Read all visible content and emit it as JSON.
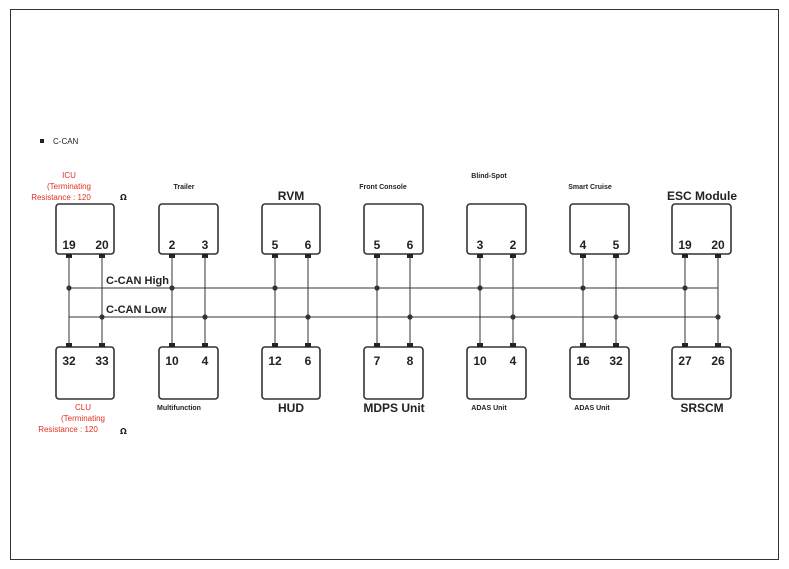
{
  "legend": {
    "label": "C-CAN"
  },
  "buses": {
    "high_label": "C-CAN High",
    "low_label": "C-CAN Low"
  },
  "top_modules": [
    {
      "label": "(Terminating",
      "pins": [
        "19",
        "20"
      ]
    },
    {
      "label": "Trailer",
      "pins": [
        "2",
        "3"
      ]
    },
    {
      "label": "RVM",
      "pins": [
        "5",
        "6"
      ]
    },
    {
      "label": "Front Console",
      "pins": [
        "5",
        "6"
      ]
    },
    {
      "label": "Blind-Spot",
      "pins": [
        "3",
        "2"
      ]
    },
    {
      "label": "Smart Cruise",
      "pins": [
        "4",
        "5"
      ]
    },
    {
      "label": "ESC Module",
      "pins": [
        "19",
        "20"
      ]
    }
  ],
  "bottom_modules": [
    {
      "label": "",
      "pins": [
        "32",
        "33"
      ]
    },
    {
      "label": "Multifunction",
      "pins": [
        "10",
        "4"
      ]
    },
    {
      "label": "HUD",
      "pins": [
        "12",
        "6"
      ]
    },
    {
      "label": "MDPS Unit",
      "pins": [
        "7",
        "8"
      ]
    },
    {
      "label": "ADAS Unit",
      "pins": [
        "10",
        "4"
      ]
    },
    {
      "label": "ADAS Unit",
      "pins": [
        "16",
        "32"
      ]
    },
    {
      "label": "SRSCM",
      "pins": [
        "27",
        "26"
      ]
    }
  ],
  "icu": {
    "line1": "ICU",
    "line2": "(Terminating",
    "line3": "Resistance : 120",
    "unit": "Ω"
  },
  "clu": {
    "line1": "CLU",
    "line2": "(Terminating",
    "line3": "Resistance : 120",
    "unit": "Ω"
  },
  "colors": {
    "line": "#333333",
    "terminating_text": "#e0301e"
  }
}
